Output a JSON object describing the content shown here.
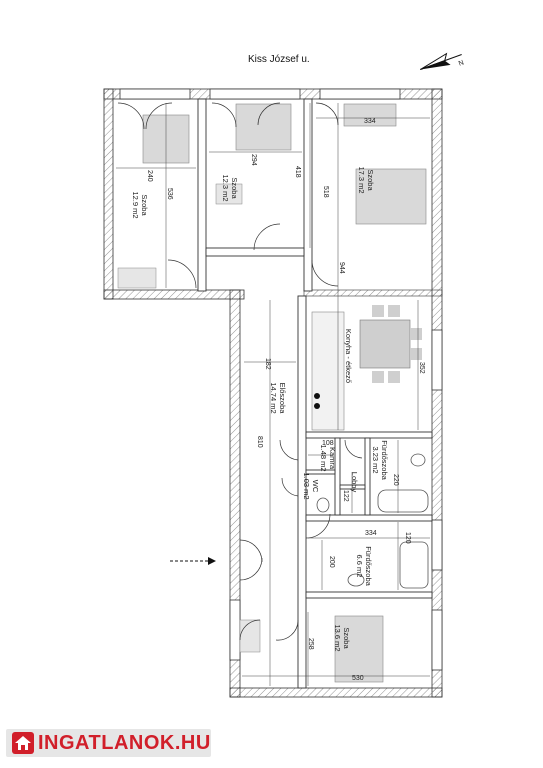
{
  "street_label": "Kiss József u.",
  "logo_text": "INGATLANOK.HU",
  "rooms": [
    {
      "id": "room-a",
      "name": "Szoba",
      "area": "12.9 m2"
    },
    {
      "id": "room-b",
      "name": "Szoba",
      "area": "12.3 m2"
    },
    {
      "id": "room-c",
      "name": "Szoba",
      "area": "17.3 m2"
    },
    {
      "id": "kitchen",
      "name": "Konyha - étkező",
      "area": ""
    },
    {
      "id": "hall",
      "name": "Előszoba",
      "area": "14.74 m2"
    },
    {
      "id": "pantry",
      "name": "Kamra",
      "area": "1.48 m2"
    },
    {
      "id": "wc",
      "name": "WC",
      "area": "1.03 m2"
    },
    {
      "id": "lobby",
      "name": "Lobby",
      "area": ""
    },
    {
      "id": "bath-small",
      "name": "Fürdőszoba",
      "area": "3.23 m2"
    },
    {
      "id": "bath-large",
      "name": "Fürdőszoba",
      "area": "6.6 m2"
    },
    {
      "id": "room-d",
      "name": "Szoba",
      "area": "13.6 m2"
    }
  ],
  "dimensions": {
    "d240": "240",
    "d536": "536",
    "d294": "294",
    "d418": "418",
    "d334a": "334",
    "d518": "518",
    "d944": "944",
    "d182": "182",
    "d810": "810",
    "d352": "352",
    "d108": "108",
    "d220": "220",
    "d122": "122",
    "d334b": "334",
    "d120": "120",
    "d200": "200",
    "d258": "258",
    "d530": "530"
  }
}
